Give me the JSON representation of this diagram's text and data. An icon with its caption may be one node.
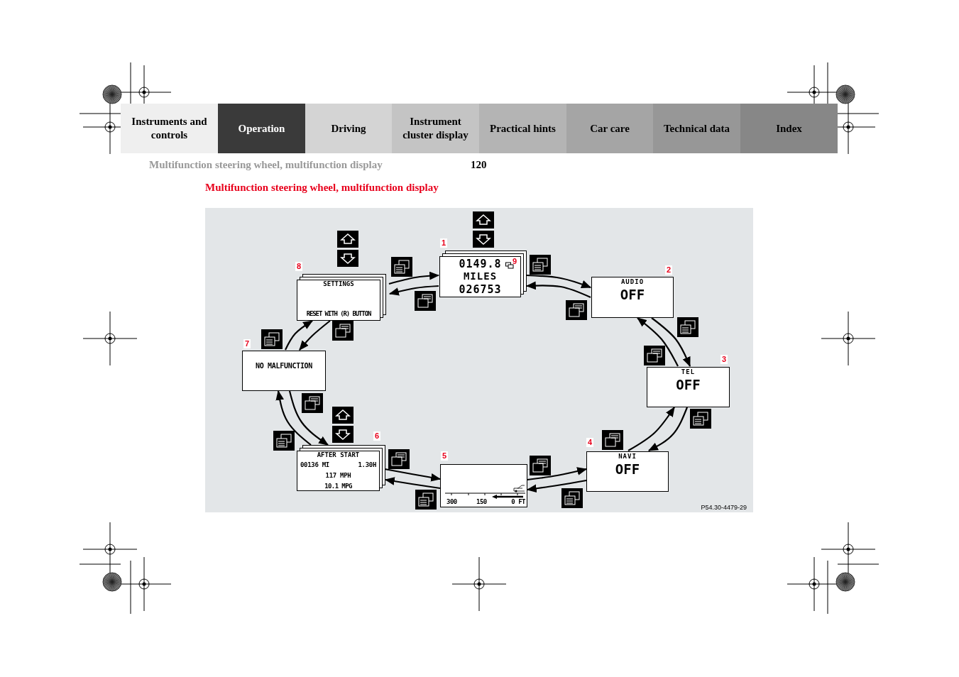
{
  "diagram": {
    "title": "Multifunction steering wheel, multifunction display",
    "nodes": [
      {
        "text": [
          "0149.8",
          "MILES",
          "026753"
        ],
        "beside": [
          "1"
        ]
      },
      {
        "text": [
          "AUDIO",
          "OFF"
        ],
        "beside": [
          "2"
        ]
      },
      {
        "text": [
          "TEL",
          "OFF"
        ],
        "beside": [
          "3"
        ]
      },
      {
        "text": [
          "NAVI",
          "OFF"
        ],
        "beside": [
          "4"
        ]
      },
      {
        "text": [
          "300",
          "150",
          "0 FT"
        ],
        "beside": [
          "5"
        ]
      },
      {
        "text": [
          "AFTER START",
          "00136 MI",
          "1.30H",
          "117 MPH",
          "10.1 MPG"
        ],
        "beside": [
          "6"
        ]
      },
      {
        "text": [
          "NO MALFUNCTION"
        ],
        "beside": [
          "7"
        ]
      },
      {
        "text": [
          "SETTINGS",
          "RESET WITH (R) BUTTON"
        ],
        "beside": [
          "8"
        ]
      }
    ],
    "edges": [
      {
        "from": 0,
        "to": 1,
        "arrow": "to"
      },
      {
        "from": 1,
        "to": 0,
        "arrow": "to"
      },
      {
        "from": 1,
        "to": 2,
        "arrow": "to"
      },
      {
        "from": 2,
        "to": 1,
        "arrow": "to"
      },
      {
        "from": 2,
        "to": 3,
        "arrow": "to"
      },
      {
        "from": 3,
        "to": 2,
        "arrow": "to"
      },
      {
        "from": 3,
        "to": 4,
        "arrow": "to"
      },
      {
        "from": 4,
        "to": 3,
        "arrow": "to"
      },
      {
        "from": 4,
        "to": 5,
        "arrow": "to"
      },
      {
        "from": 5,
        "to": 4,
        "arrow": "to"
      },
      {
        "from": 5,
        "to": 6,
        "arrow": "to"
      },
      {
        "from": 6,
        "to": 5,
        "arrow": "to"
      },
      {
        "from": 6,
        "to": 7,
        "arrow": "to"
      },
      {
        "from": 7,
        "to": 6,
        "arrow": "to"
      },
      {
        "from": 7,
        "to": 0,
        "arrow": "to"
      },
      {
        "from": 0,
        "to": 7,
        "arrow": "to"
      }
    ],
    "labels": [
      "Instruments and controls",
      "Operation",
      "Driving",
      "Instrument cluster display",
      "Practical hints",
      "Car care",
      "Technical data",
      "Index",
      "Multifunction steering wheel, multifunction display",
      "120",
      "9",
      "P54.30-4479-29"
    ]
  }
}
